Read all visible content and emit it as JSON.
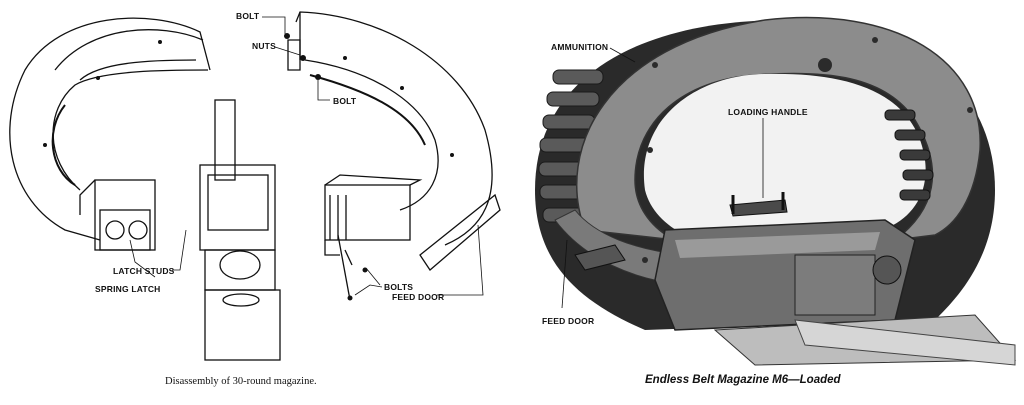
{
  "left_figure": {
    "labels": {
      "bolt_top": "BOLT",
      "nuts": "NUTS",
      "bolt_mid": "BOLT",
      "latch_studs": "LATCH STUDS",
      "spring_latch": "SPRING LATCH",
      "bolts": "BOLTS",
      "feed_door": "FEED DOOR"
    },
    "caption": "Disassembly of 30-round magazine."
  },
  "right_figure": {
    "labels": {
      "ammunition": "AMMUNITION",
      "loading_handle": "LOADING HANDLE",
      "feed_door": "FEED DOOR"
    },
    "caption": "Endless Belt Magazine M6—Loaded"
  }
}
